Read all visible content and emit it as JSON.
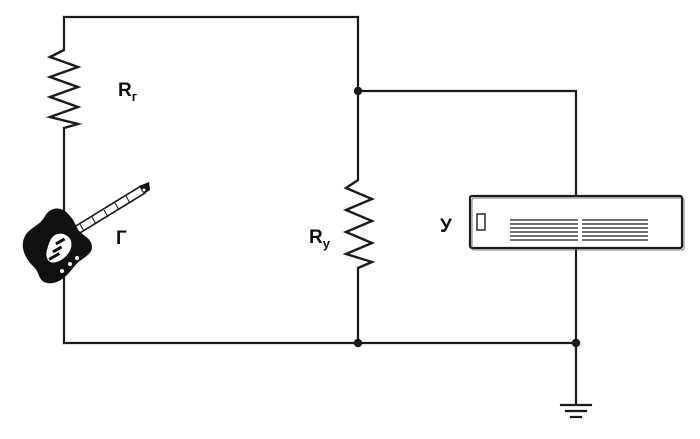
{
  "labels": {
    "source_resistor": {
      "main": "R",
      "sub": "г"
    },
    "load_resistor": {
      "main": "R",
      "sub": "у"
    },
    "generator": "Г",
    "amplifier": "У"
  },
  "icons": {
    "source": "electric-guitar-icon",
    "amplifier": "amplifier-unit-icon",
    "ground": "ground-symbol-icon"
  },
  "colors": {
    "line": "#1a1a1a",
    "guitar_body": "#111111",
    "background": "#ffffff"
  }
}
